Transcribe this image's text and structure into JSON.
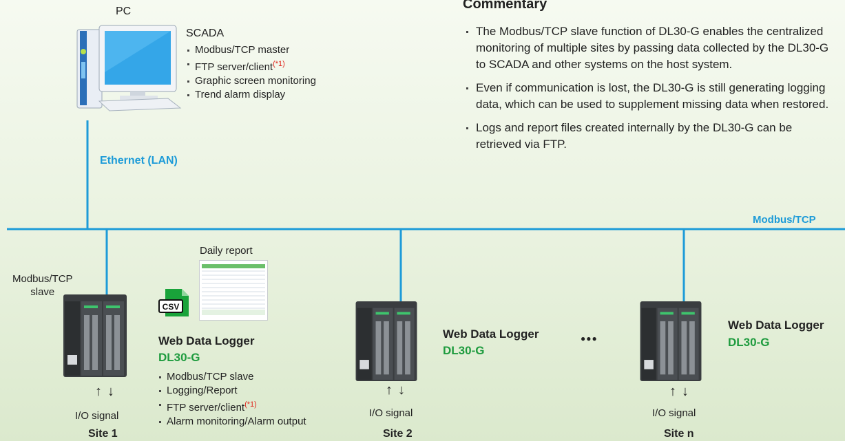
{
  "colors": {
    "network_line": "#1d9bd8",
    "product_green": "#1e9b3e",
    "note_red": "#e0271e"
  },
  "pc": {
    "label": "PC",
    "icon": "desktop-computer-icon",
    "scada_title": "SCADA",
    "features": [
      "Modbus/TCP master",
      "FTP server/client",
      "Graphic screen monitoring",
      "Trend alarm display"
    ],
    "footnote_mark": "(*1)"
  },
  "ethernet_label": "Ethernet (LAN)",
  "modbus_label": "Modbus/TCP",
  "commentary": {
    "title": "Commentary",
    "items": [
      "The Modbus/TCP slave function of DL30-G enables the centralized monitoring of multiple sites by passing data collected by the DL30-G to SCADA and other systems on the host system.",
      "Even if communication is lost, the DL30-G is still generating logging data, which can be used to supplement missing data when restored.",
      "Logs and report files created internally by the DL30-G can be retrieved via FTP."
    ]
  },
  "site1": {
    "slave_label": "Modbus/TCP\nslave",
    "daily_report": "Daily report",
    "csv_label": "CSV",
    "product_name": "Web Data Logger",
    "model": "DL30-G",
    "features": [
      "Modbus/TCP slave",
      "Logging/Report",
      "FTP server/client",
      "Alarm monitoring/Alarm output"
    ],
    "footnote_mark": "(*1)",
    "io_arrows": "↑↓",
    "io_label": "I/O signal",
    "site_label": "Site 1"
  },
  "site2": {
    "product_name": "Web Data Logger",
    "model": "DL30-G",
    "io_arrows": "↑↓",
    "io_label": "I/O signal",
    "site_label": "Site 2"
  },
  "ellipsis": "●●●",
  "siten": {
    "product_name": "Web Data Logger",
    "model": "DL30-G",
    "io_arrows": "↑↓",
    "io_label": "I/O signal",
    "site_label": "Site n"
  }
}
